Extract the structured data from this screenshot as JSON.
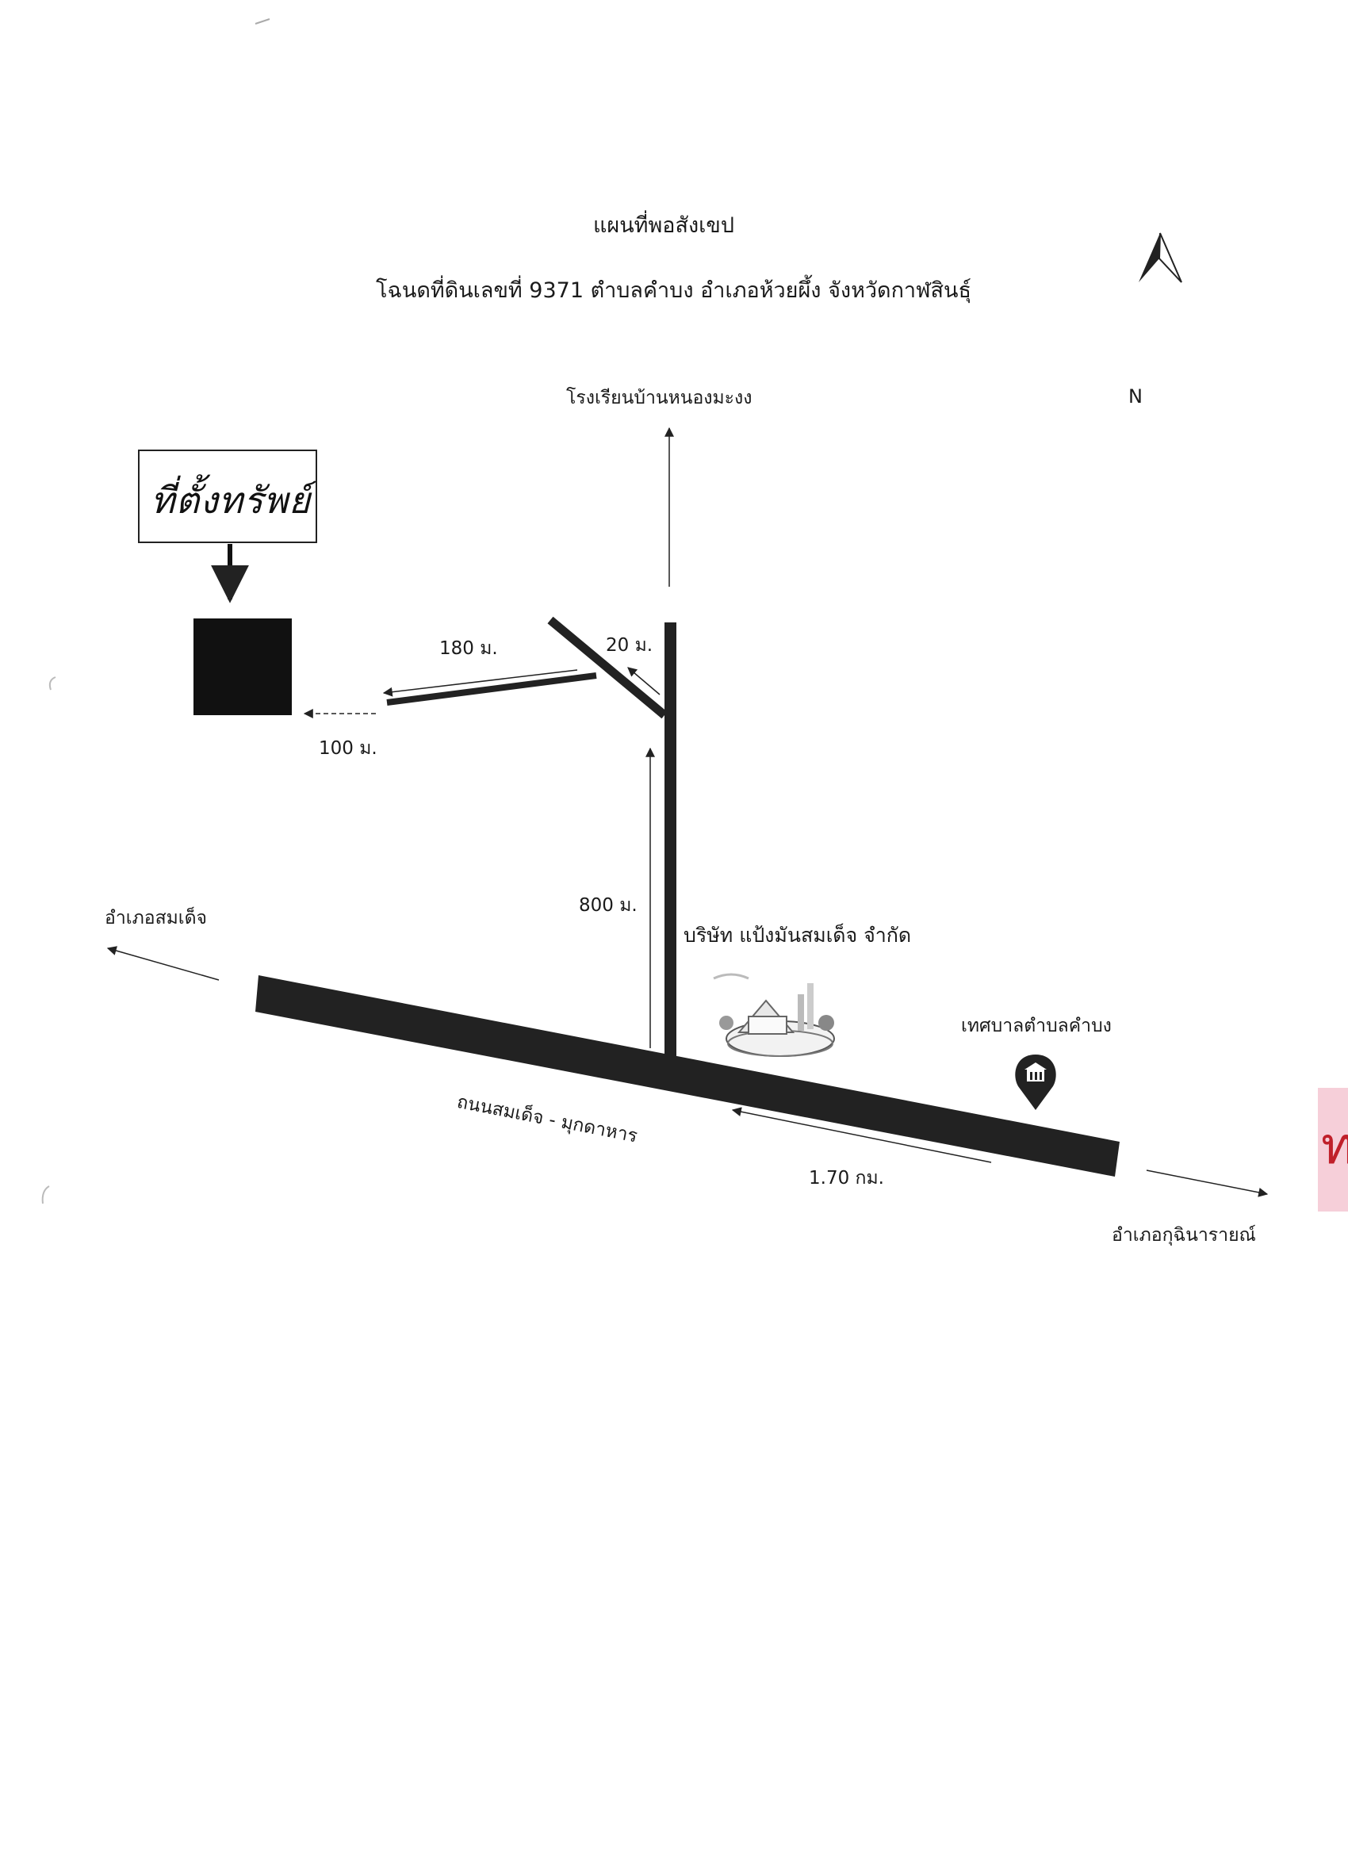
{
  "map": {
    "title": "แผนที่พอสังเขป",
    "subtitle": "โฉนดที่ดินเลขที่ 9371 ตำบลคำบง อำเภอห้วยผึ้ง จังหวัดกาฬสินธุ์",
    "north_label": "N",
    "property_sign": "ที่ตั้งทรัพย์",
    "places": {
      "school": "โรงเรียนบ้านหนองมะงง",
      "left_district": "อำเภอสมเด็จ",
      "right_district": "อำเภอกุฉินารายณ์",
      "company": "บริษัท แป้งมันสมเด็จ จำกัด",
      "municipality": "เทศบาลตำบลคำบง"
    },
    "road_name": "ถนนสมเด็จ - มุกดาหาร",
    "distances": {
      "d180": "180 ม.",
      "d20": "20 ม.",
      "d100": "100 ม.",
      "d800": "800 ม.",
      "d170": "1.70 กม."
    },
    "edge_mark": "ท",
    "colors": {
      "road": "#222222",
      "ink": "#1a1a1a",
      "plot": "#111111",
      "tab": "#f6cfd9",
      "tab_text": "#c0202a"
    },
    "icons": [
      "north-arrow-icon",
      "factory-landmark-icon",
      "location-pin-icon"
    ]
  }
}
